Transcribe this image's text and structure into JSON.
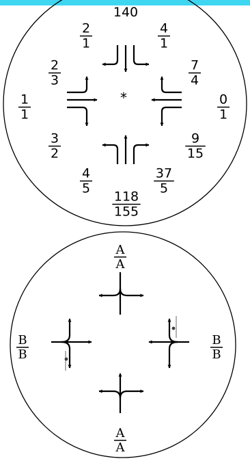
{
  "colors": {
    "top_bar": "#3fd6f2",
    "ink": "#000000",
    "pole": "#808080",
    "background": "#ffffff"
  },
  "top_diagram": {
    "center_mark": "*",
    "top_label": "140",
    "fractions": [
      {
        "id": "upper-left",
        "num": "2",
        "den": "1"
      },
      {
        "id": "upper-right",
        "num": "4",
        "den": "1"
      },
      {
        "id": "left-upper",
        "num": "2",
        "den": "3"
      },
      {
        "id": "right-upper",
        "num": "7",
        "den": "4"
      },
      {
        "id": "left",
        "num": "1",
        "den": "1"
      },
      {
        "id": "right",
        "num": "0",
        "den": "1"
      },
      {
        "id": "left-lower",
        "num": "3",
        "den": "2"
      },
      {
        "id": "right-lower",
        "num": "9",
        "den": "15"
      },
      {
        "id": "lower-left",
        "num": "4",
        "den": "5"
      },
      {
        "id": "lower-right",
        "num": "37",
        "den": "5"
      },
      {
        "id": "bottom",
        "num": "118",
        "den": "155"
      }
    ]
  },
  "bottom_diagram": {
    "fractions": [
      {
        "id": "top",
        "num": "A",
        "den": "A"
      },
      {
        "id": "left",
        "num": "B",
        "den": "B"
      },
      {
        "id": "right",
        "num": "B",
        "den": "B"
      },
      {
        "id": "bottom",
        "num": "A",
        "den": "A"
      }
    ]
  }
}
